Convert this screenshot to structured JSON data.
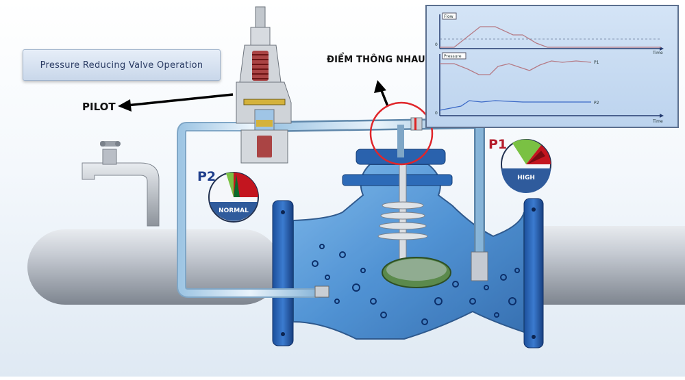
{
  "title": "Pressure Reducing Valve Operation",
  "labels": {
    "pilot": "PILOT",
    "connection_point": "ĐIỂM THÔNG NHAU",
    "p2": "P2",
    "p1": "P1"
  },
  "gauges": {
    "p2": {
      "status": "NORMAL"
    },
    "p1": {
      "status": "HIGH"
    }
  },
  "charts": {
    "flow": {
      "tag": "Flow",
      "x_label": "Time",
      "origin": "0"
    },
    "pressure": {
      "tag": "Pressure",
      "x_label": "Time",
      "origin": "0",
      "series": [
        "P1",
        "P2"
      ]
    }
  },
  "colors": {
    "pipe": "#b7bcc4",
    "valve_body": "#2f74c0",
    "highlight_circle": "#e0262b",
    "gauge_green": "#7ac143",
    "gauge_red": "#c3151f"
  }
}
